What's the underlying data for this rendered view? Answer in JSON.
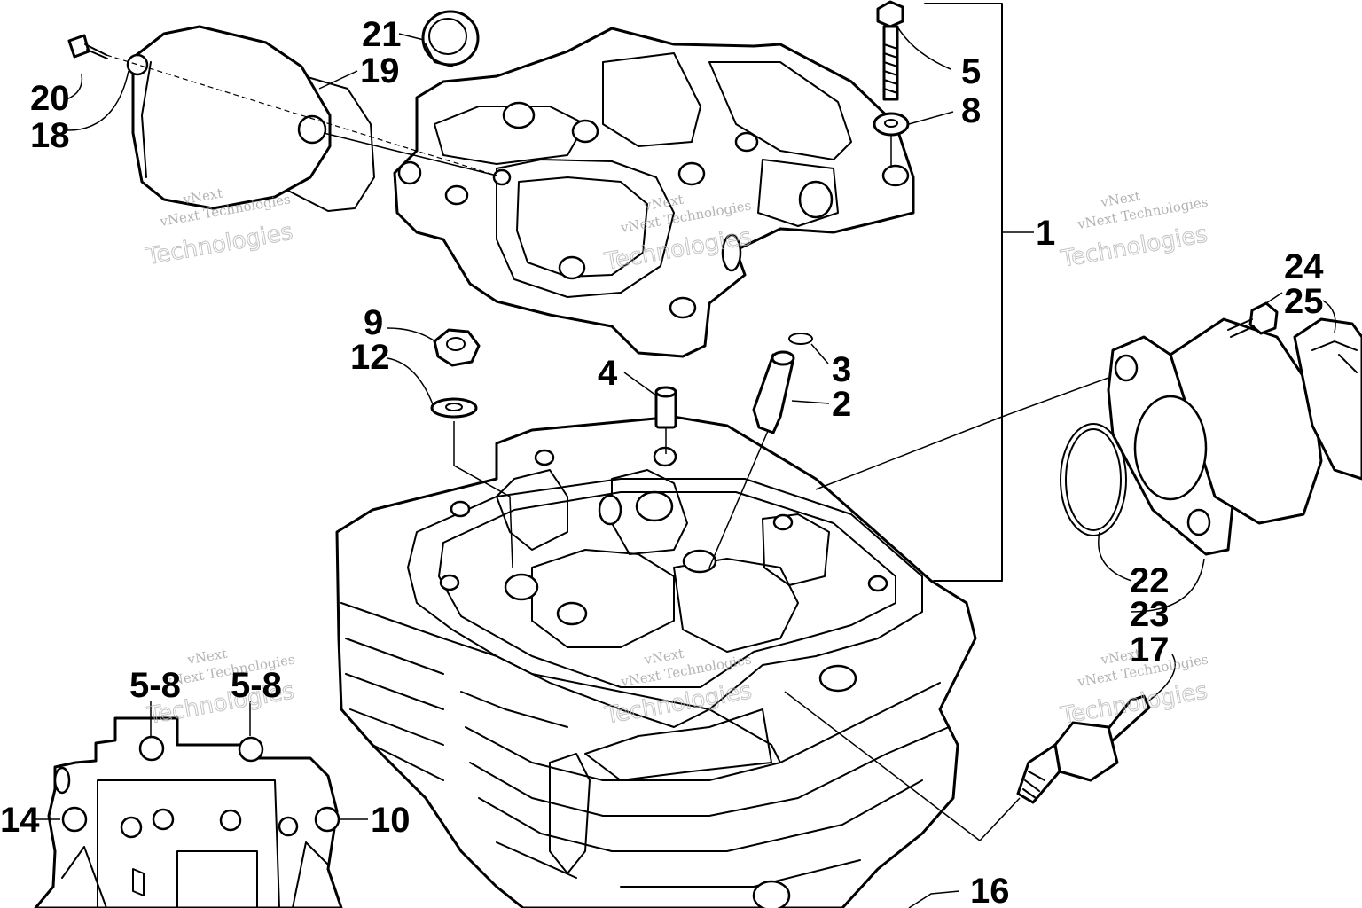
{
  "diagram": {
    "callouts": {
      "c1": "1",
      "c2": "2",
      "c3": "3",
      "c4": "4",
      "c5": "5",
      "c8": "8",
      "c9": "9",
      "c10": "10",
      "c12": "12",
      "c14": "14",
      "c16": "16",
      "c17": "17",
      "c18": "18",
      "c19": "19",
      "c20": "20",
      "c21": "21",
      "c22": "22",
      "c23": "23",
      "c24": "24",
      "c25": "25",
      "c58a": "5-8",
      "c58b": "5-8"
    },
    "watermark": {
      "line1": "vNext",
      "line2": "vNext Technologies",
      "line3": "Technologies"
    }
  }
}
